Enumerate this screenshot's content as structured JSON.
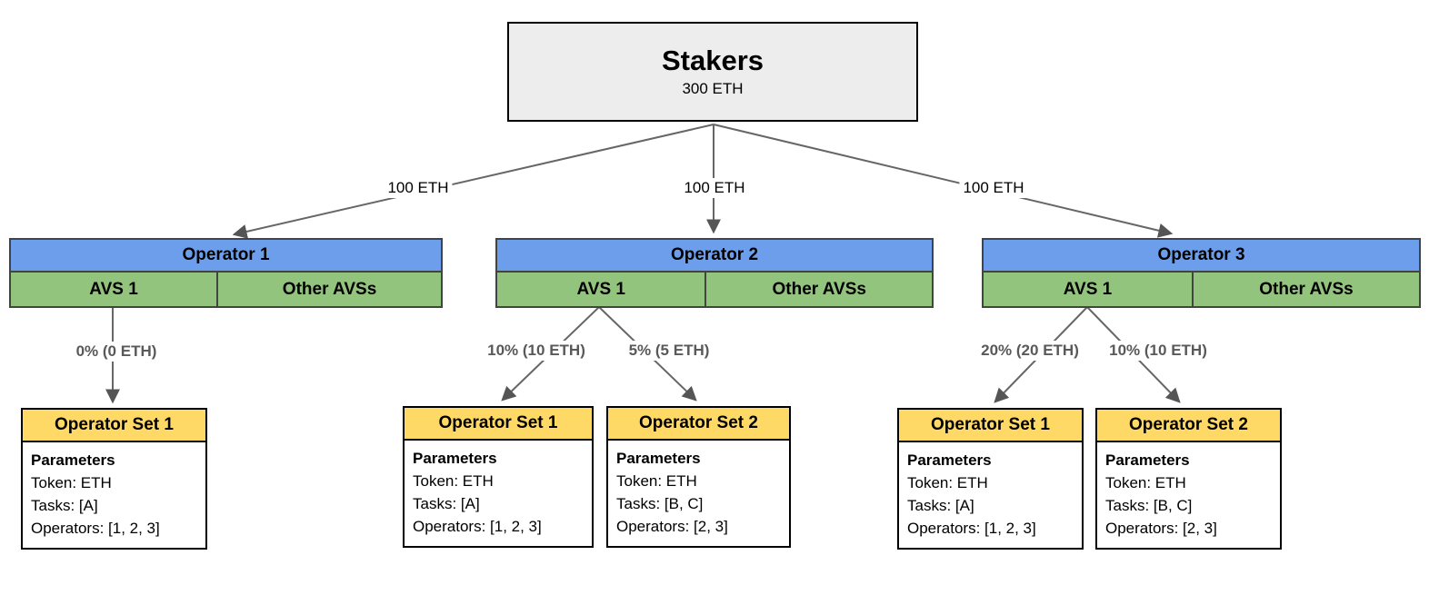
{
  "colors": {
    "operator_header": "#6d9eeb",
    "avs_cell": "#93c47d",
    "operator_set_header": "#ffd966",
    "stakers_fill": "#ededed",
    "connector": "#666666",
    "allocation_label_text": "#595959",
    "table_border": "#434343"
  },
  "stakers": {
    "title": "Stakers",
    "amount": "300 ETH"
  },
  "delegations": [
    {
      "label": "100 ETH"
    },
    {
      "label": "100 ETH"
    },
    {
      "label": "100 ETH"
    }
  ],
  "operators": [
    {
      "name": "Operator 1",
      "avs1": "AVS 1",
      "other": "Other AVSs"
    },
    {
      "name": "Operator 2",
      "avs1": "AVS 1",
      "other": "Other AVSs"
    },
    {
      "name": "Operator 3",
      "avs1": "AVS 1",
      "other": "Other AVSs"
    }
  ],
  "allocations": [
    {
      "label": "0% (0 ETH)"
    },
    {
      "label": "10% (10 ETH)"
    },
    {
      "label": "5% (5 ETH)"
    },
    {
      "label": "20% (20 ETH)"
    },
    {
      "label": "10% (10 ETH)"
    }
  ],
  "operator_sets": [
    {
      "title": "Operator Set 1",
      "params_heading": "Parameters",
      "token": "Token: ETH",
      "tasks": "Tasks: [A]",
      "operators": "Operators: [1, 2, 3]"
    },
    {
      "title": "Operator Set 1",
      "params_heading": "Parameters",
      "token": "Token: ETH",
      "tasks": "Tasks: [A]",
      "operators": "Operators: [1, 2, 3]"
    },
    {
      "title": "Operator Set 2",
      "params_heading": "Parameters",
      "token": "Token: ETH",
      "tasks": "Tasks: [B, C]",
      "operators": "Operators: [2, 3]"
    },
    {
      "title": "Operator Set 1",
      "params_heading": "Parameters",
      "token": "Token: ETH",
      "tasks": "Tasks: [A]",
      "operators": "Operators: [1, 2, 3]"
    },
    {
      "title": "Operator Set 2",
      "params_heading": "Parameters",
      "token": "Token: ETH",
      "tasks": "Tasks: [B, C]",
      "operators": "Operators: [2, 3]"
    }
  ]
}
